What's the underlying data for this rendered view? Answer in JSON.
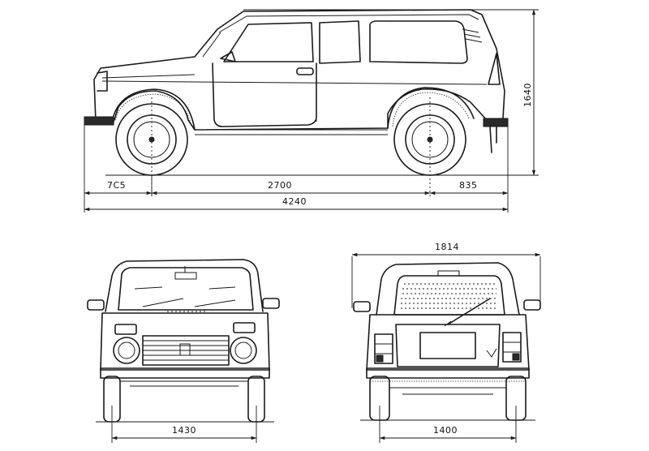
{
  "dimensions": {
    "front_overhang": "7C5",
    "wheelbase": "2700",
    "rear_overhang": "835",
    "overall_length": "4240",
    "height": "1640",
    "overall_width": "1814",
    "front_track": "1430",
    "rear_track": "1400"
  }
}
